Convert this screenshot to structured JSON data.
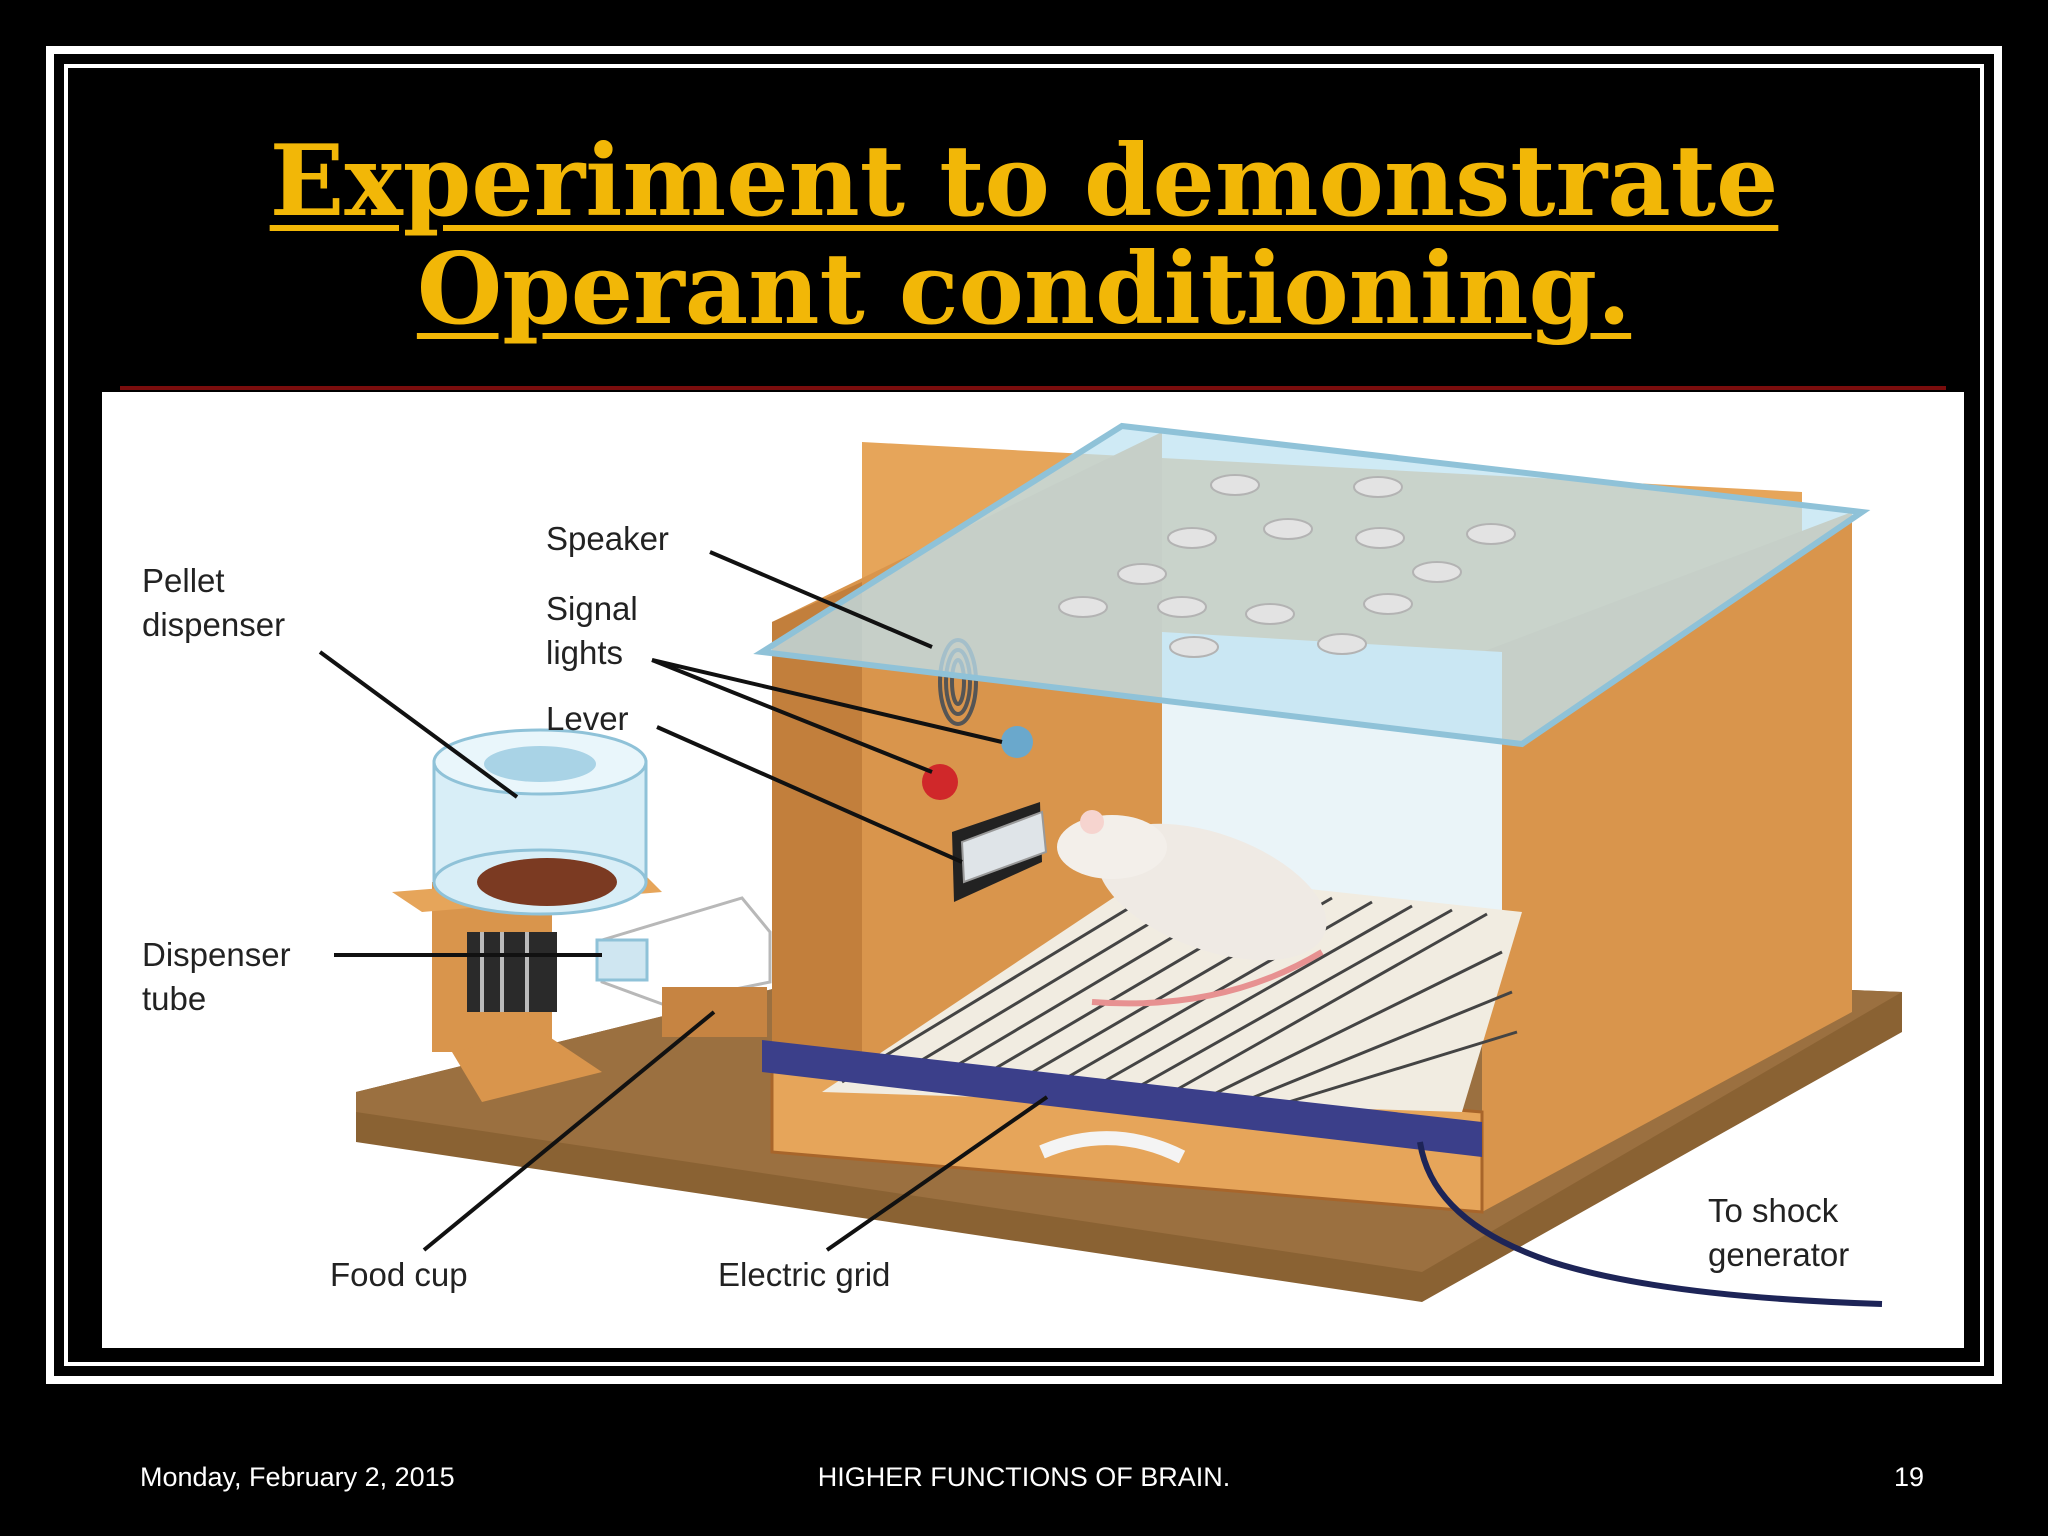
{
  "slide": {
    "title_line1": "Experiment to demonstrate",
    "title_line2": "Operant conditioning."
  },
  "diagram": {
    "labels": {
      "speaker": "Speaker",
      "pellet_line1": "Pellet",
      "pellet_line2": "dispenser",
      "signal_line1": "Signal",
      "signal_line2": "lights",
      "lever": "Lever",
      "dispenser_line1": "Dispenser",
      "dispenser_line2": "tube",
      "food_cup": "Food cup",
      "electric_grid": "Electric grid",
      "shock_line1": "To shock",
      "shock_line2": "generator"
    },
    "colors": {
      "wood": "#d9954c",
      "wood_dark": "#a8652a",
      "base": "#8a6233",
      "glass": "#bfe3f2",
      "signal_red": "#d0282a",
      "signal_blue": "#6aa8cc",
      "grid_bar": "#3b3f8a"
    }
  },
  "footer": {
    "date": "Monday, February 2, 2015",
    "center": "HIGHER FUNCTIONS OF BRAIN.",
    "page": "19"
  }
}
